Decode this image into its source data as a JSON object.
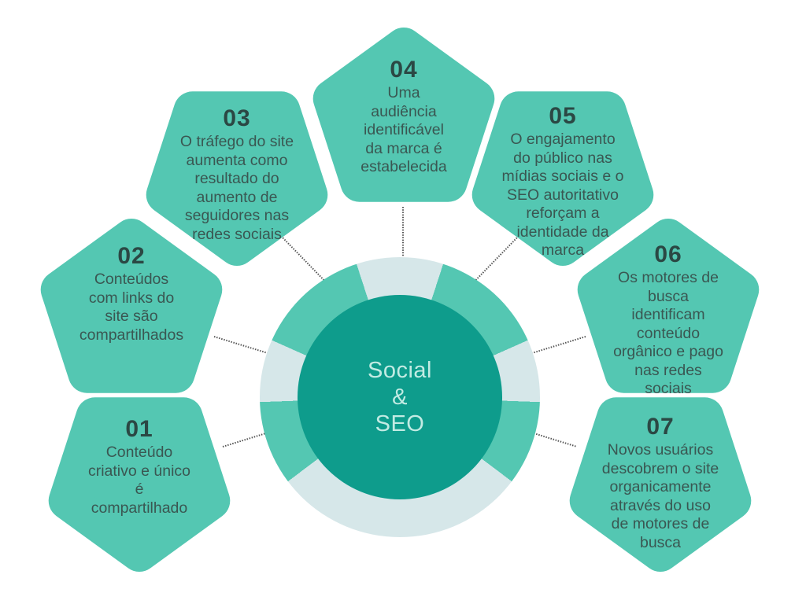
{
  "center": {
    "label": "Social\n&\nSEO"
  },
  "nodes": [
    {
      "number": "01",
      "text": "Conteúdo\ncriativo e único\né\ncompartilhado"
    },
    {
      "number": "02",
      "text": "Conteúdos\ncom links do\nsite são\ncompartilhados"
    },
    {
      "number": "03",
      "text": "O tráfego do site\naumenta como\nresultado do\naumento de\nseguidores nas\nredes sociais"
    },
    {
      "number": "04",
      "text": "Uma\naudiência\nidentificável\nda marca é\nestabelecida"
    },
    {
      "number": "05",
      "text": "O engajamento\ndo público nas\nmídias sociais e o\nSEO autoritativo\nreforçam a\nidentidade da\nmarca"
    },
    {
      "number": "06",
      "text": "Os motores de\nbusca\nidentificam\nconteúdo\norgânico e pago\nnas redes\nsociais"
    },
    {
      "number": "07",
      "text": "Novos usuários\ndescobrem o site\norganicamente\natravés do uso\nde motores de\nbusca"
    }
  ],
  "colors": {
    "teal": "#54C7B2",
    "dark-teal": "#0E9C8C",
    "ring-light": "#D6E7E9",
    "number-text": "#2B4844",
    "body-text": "#3A5752",
    "center-text": "#C2EBE3",
    "connector": "#555555",
    "background": "#FFFFFF"
  }
}
